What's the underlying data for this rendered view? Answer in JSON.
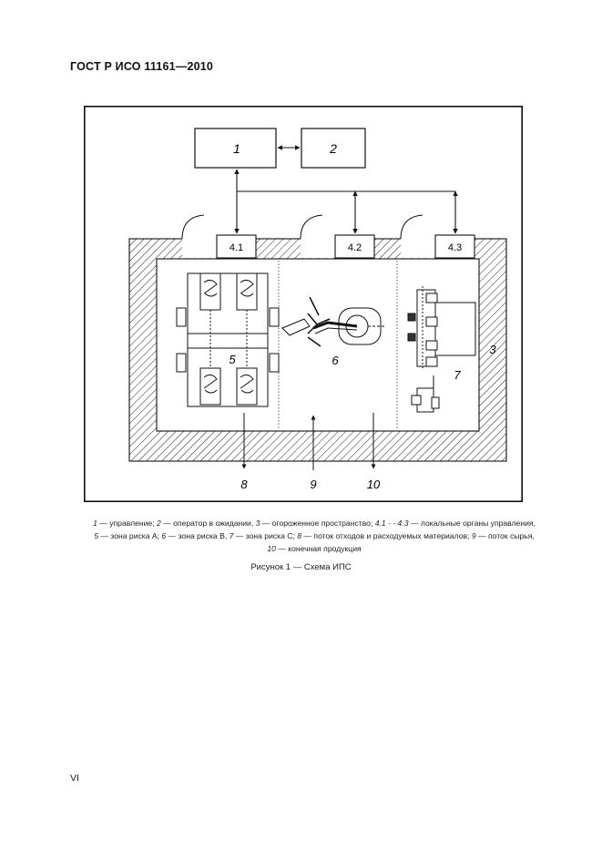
{
  "header": {
    "title": "ГОСТ Р ИСО 11161—2010"
  },
  "diagram": {
    "box_1": "1",
    "box_2": "2",
    "local_4_1": "4.1",
    "local_4_2": "4.2",
    "local_4_3": "4.3",
    "label_3": "3",
    "label_5": "5",
    "label_6": "6",
    "label_7": "7",
    "label_8": "8",
    "label_9": "9",
    "label_10": "10"
  },
  "legend": [
    {
      "num": "1",
      "text": " — управление; "
    },
    {
      "num": "2",
      "text": " — оператор в ожидании, "
    },
    {
      "num": "3",
      "text": " — огороженное пространство; "
    },
    {
      "num": "4.1 - - 4.3",
      "text": " — локальные органы управления,"
    },
    {
      "num": "5",
      "text": " — зона риска А; "
    },
    {
      "num": "6",
      "text": " — зона риска В, "
    },
    {
      "num": "7",
      "text": " — зона риска С; "
    },
    {
      "num": "8",
      "text": " — поток отходов и расходуемых материалов; "
    },
    {
      "num": "9",
      "text": " — поток сырья,"
    },
    {
      "num": "10",
      "text": " — конечная продукция"
    }
  ],
  "figure_title": "Рисунок 1 — Схема ИПС",
  "page_number": "VI"
}
